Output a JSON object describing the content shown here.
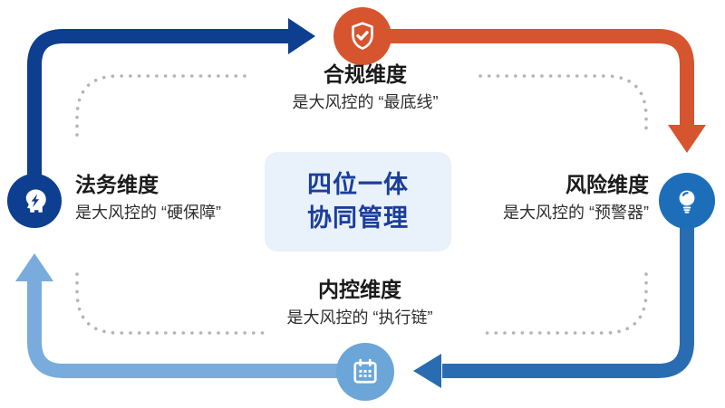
{
  "center": {
    "line1": "四位一体",
    "line2": "协同管理"
  },
  "nodes": {
    "compliance": {
      "title": "合规维度",
      "subtitle": "是大风控的 “最底线”",
      "icon": "shield-check-icon"
    },
    "risk": {
      "title": "风险维度",
      "subtitle": "是大风控的 “预警器”",
      "icon": "lightbulb-icon"
    },
    "internal": {
      "title": "内控维度",
      "subtitle": "是大风控的 “执行链”",
      "icon": "calendar-icon"
    },
    "legal": {
      "title": "法务维度",
      "subtitle": "是大风控的 “硬保障”",
      "icon": "head-lightning-icon"
    }
  },
  "colors": {
    "navy": "#0d3e8f",
    "orange": "#d6542e",
    "blue": "#2a6cb2",
    "blueCircle": "#1d6eb8",
    "lightBlue": "#79acdc",
    "lightBlueCircle": "#6ca5d7",
    "dotted": "#b5b5b5",
    "centerBg": "#e9f1fa",
    "centerText": "#1b3e9b",
    "titleColor": "#1a1a1a",
    "subtitleColor": "#2e2e2e"
  }
}
